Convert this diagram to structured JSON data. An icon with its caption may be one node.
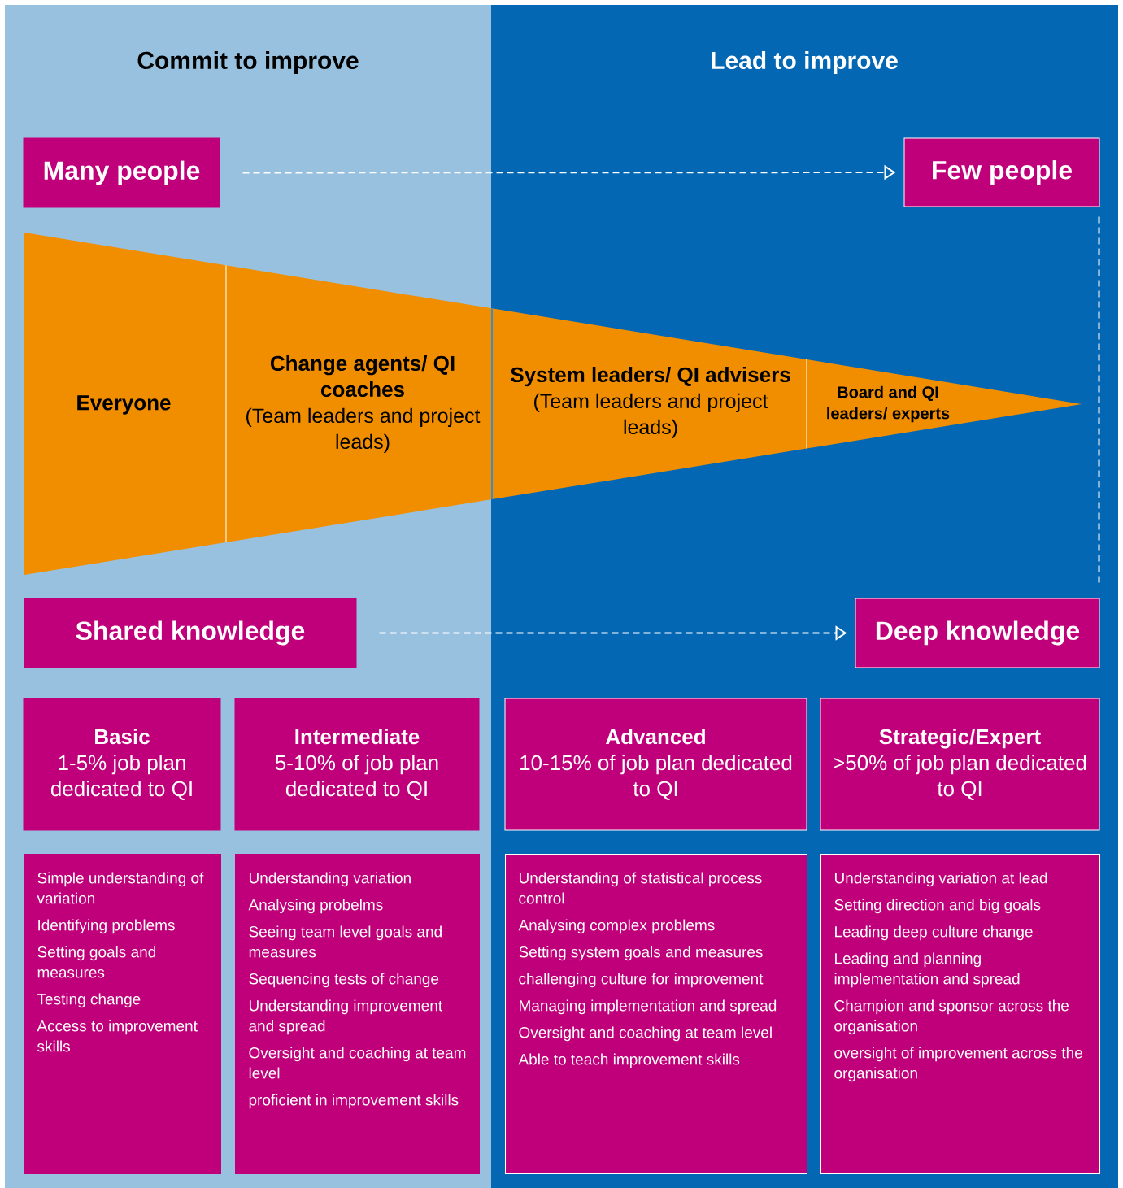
{
  "diagram": {
    "nodes": [
      {
        "text": [
          "Commit to improve"
        ]
      },
      {
        "text": [
          "Lead to improve"
        ]
      },
      {
        "text": [
          "Many people"
        ],
        "in": 0
      },
      {
        "text": [
          "Few people"
        ],
        "in": 1
      },
      {
        "text": [
          "Everyone"
        ],
        "in": 0
      },
      {
        "text": [
          "Change agents/ QI coaches",
          "(Team leaders and project leads)"
        ],
        "in": 0
      },
      {
        "text": [
          "System leaders/ QI advisers",
          "(Team leaders and project leads)"
        ],
        "in": 1
      },
      {
        "text": [
          "Board and QI leaders/ experts"
        ],
        "in": 1
      },
      {
        "text": [
          "Shared knowledge"
        ],
        "in": 0
      },
      {
        "text": [
          "Deep knowledge"
        ],
        "in": 1
      },
      {
        "text": [
          "Basic",
          "1-5% job plan dedicated to QI"
        ],
        "in": 0
      },
      {
        "text": [
          "Intermediate",
          "5-10% of job plan dedicated to QI"
        ],
        "in": 0
      },
      {
        "text": [
          "Advanced",
          "10-15% of job plan dedicated to QI"
        ],
        "in": 1
      },
      {
        "text": [
          "Strategic/Expert",
          ">50% of job plan dedicated to QI"
        ],
        "in": 1
      },
      {
        "text": [
          "Simple understanding of variation",
          "Identifying problems",
          "Setting goals and measures",
          "Testing change",
          "Access to improvement skills"
        ],
        "in": 0
      },
      {
        "text": [
          "Understanding variation",
          "Analysing probelms",
          "Seeing team level goals and measures",
          "Sequencing tests of change",
          "Understanding improvement and spread",
          "Oversight and coaching at team level",
          "proficient in improvement skills"
        ],
        "in": 0
      },
      {
        "text": [
          "Understanding of statistical process control",
          "Analysing complex problems",
          "Setting system goals and measures",
          "challenging culture for improvement",
          "Managing implementation and spread",
          "Oversight and coaching at team level",
          "Able to teach improvement skills"
        ],
        "in": 1
      },
      {
        "text": [
          "Understanding variation at lead",
          "Setting direction and big goals",
          "Leading deep culture change",
          "Leading and planning implementation and spread",
          "Champion and sponsor across the organisation",
          "oversight of improvement across the organisation"
        ],
        "in": 1
      }
    ],
    "edges": [
      {
        "from": 2,
        "to": 3,
        "arrow": "to",
        "style": "dashed"
      },
      {
        "from": 3,
        "to": 9,
        "arrow": "none",
        "style": "dashed"
      },
      {
        "from": 8,
        "to": 9,
        "arrow": "to",
        "style": "dashed"
      }
    ]
  }
}
